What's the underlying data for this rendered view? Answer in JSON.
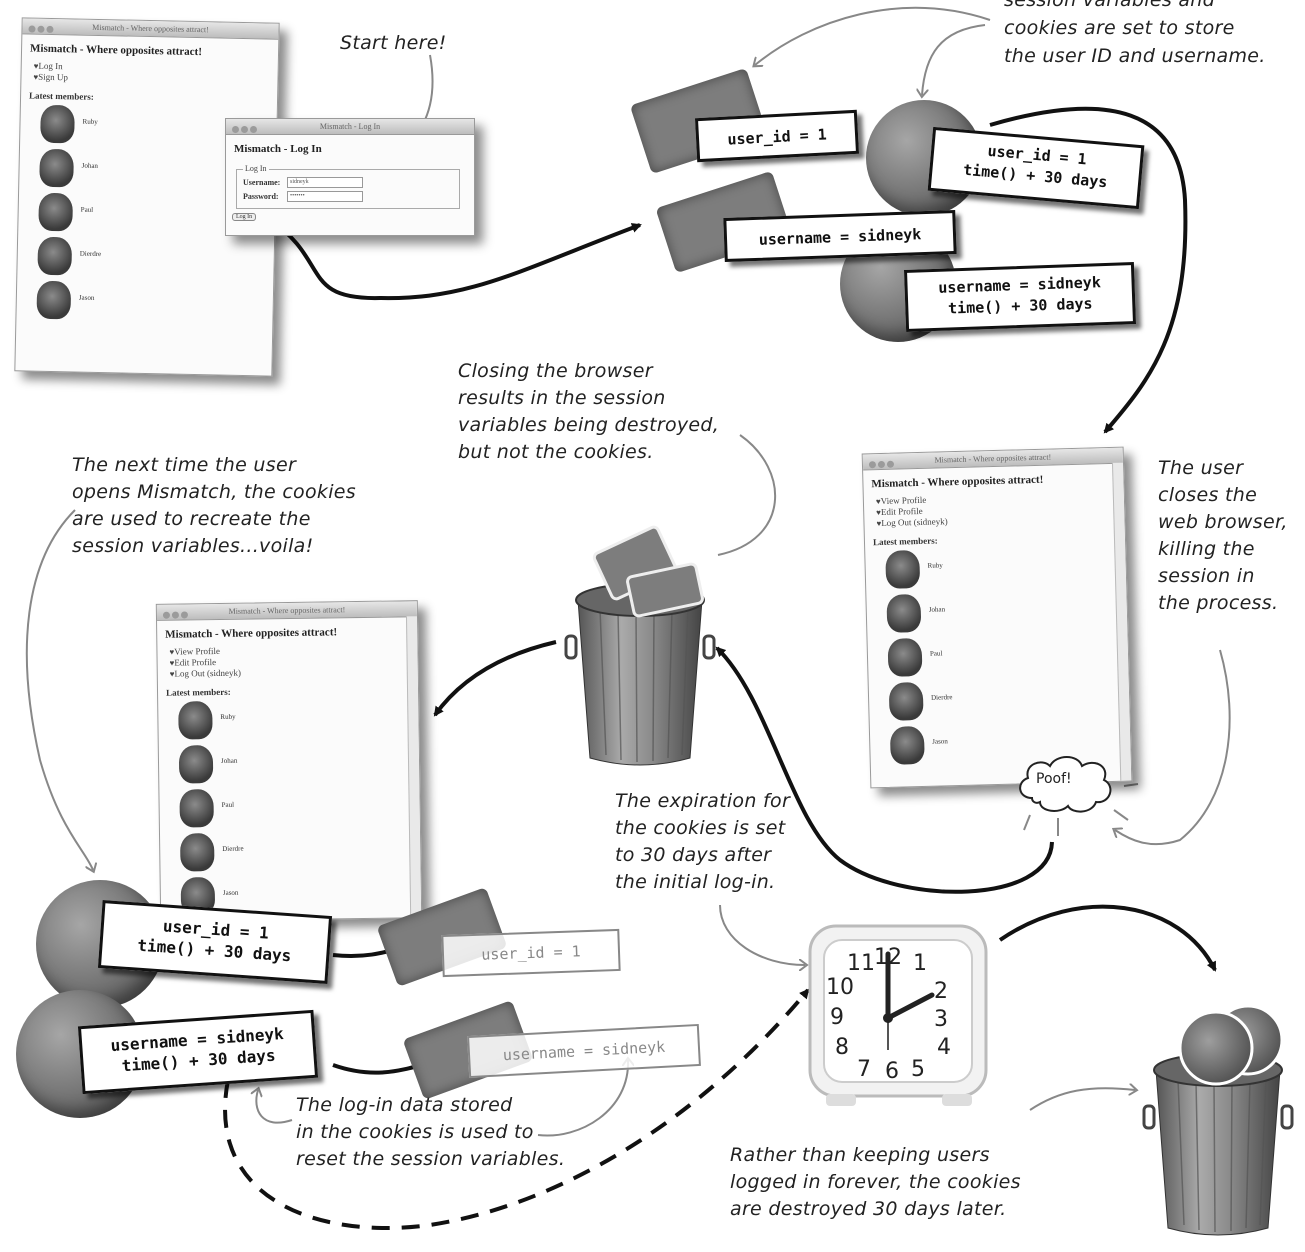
{
  "annotations": {
    "top_right": [
      "session variables and",
      "cookies are set to store",
      "the user ID and username."
    ],
    "start_here": "Start here!",
    "closing_browser": [
      "Closing the browser",
      "results in the session",
      "variables being destroyed,",
      "but not the cookies."
    ],
    "next_time": [
      "The next time the user",
      "opens Mismatch, the cookies",
      "are used to recreate the",
      "session variables...voila!"
    ],
    "user_closes": [
      "The user",
      "closes the",
      "web browser,",
      "killing the",
      "session in",
      "the process."
    ],
    "expiration": [
      "The expiration for",
      "the cookies is set",
      "to 30 days after",
      "the initial log-in."
    ],
    "login_data": [
      "The log-in data stored",
      "in the cookies is used to",
      "reset the session variables."
    ],
    "rather_than": [
      "Rather than keeping users",
      "logged in forever, the cookies",
      "are destroyed 30 days later."
    ],
    "poof": "Poof!"
  },
  "session_vars": {
    "user_id": "user_id = 1",
    "username": "username = sidneyk"
  },
  "cookies": {
    "user_id": [
      "user_id = 1",
      "time() + 30 days"
    ],
    "username": [
      "username = sidneyk",
      "time() + 30 days"
    ]
  },
  "restored": {
    "user_id": "user_id = 1",
    "username": "username = sidneyk"
  },
  "window_main": {
    "titlebar": "Mismatch - Where opposites attract!",
    "title": "Mismatch - Where opposites attract!",
    "links": [
      "Log In",
      "Sign Up"
    ],
    "latest": "Latest members:",
    "members": [
      "Ruby",
      "Johan",
      "Paul",
      "Dierdre",
      "Jason"
    ]
  },
  "window_login": {
    "titlebar": "Mismatch - Log In",
    "title": "Mismatch - Log In",
    "legend": "Log In",
    "username_label": "Username:",
    "password_label": "Password:",
    "username_value": "sidneyk",
    "password_value": "•••••••",
    "button": "Log In"
  },
  "window_logged_in": {
    "titlebar": "Mismatch - Where opposites attract!",
    "title": "Mismatch - Where opposites attract!",
    "links": [
      "View Profile",
      "Edit Profile",
      "Log Out (sidneyk)"
    ],
    "latest": "Latest members:",
    "members": [
      "Ruby",
      "Johan",
      "Paul",
      "Dierdre",
      "Jason"
    ]
  },
  "clock": {
    "numbers": [
      "11",
      "12",
      "1",
      "10",
      "2",
      "9",
      "3",
      "8",
      "4",
      "7",
      "6",
      "5"
    ]
  }
}
